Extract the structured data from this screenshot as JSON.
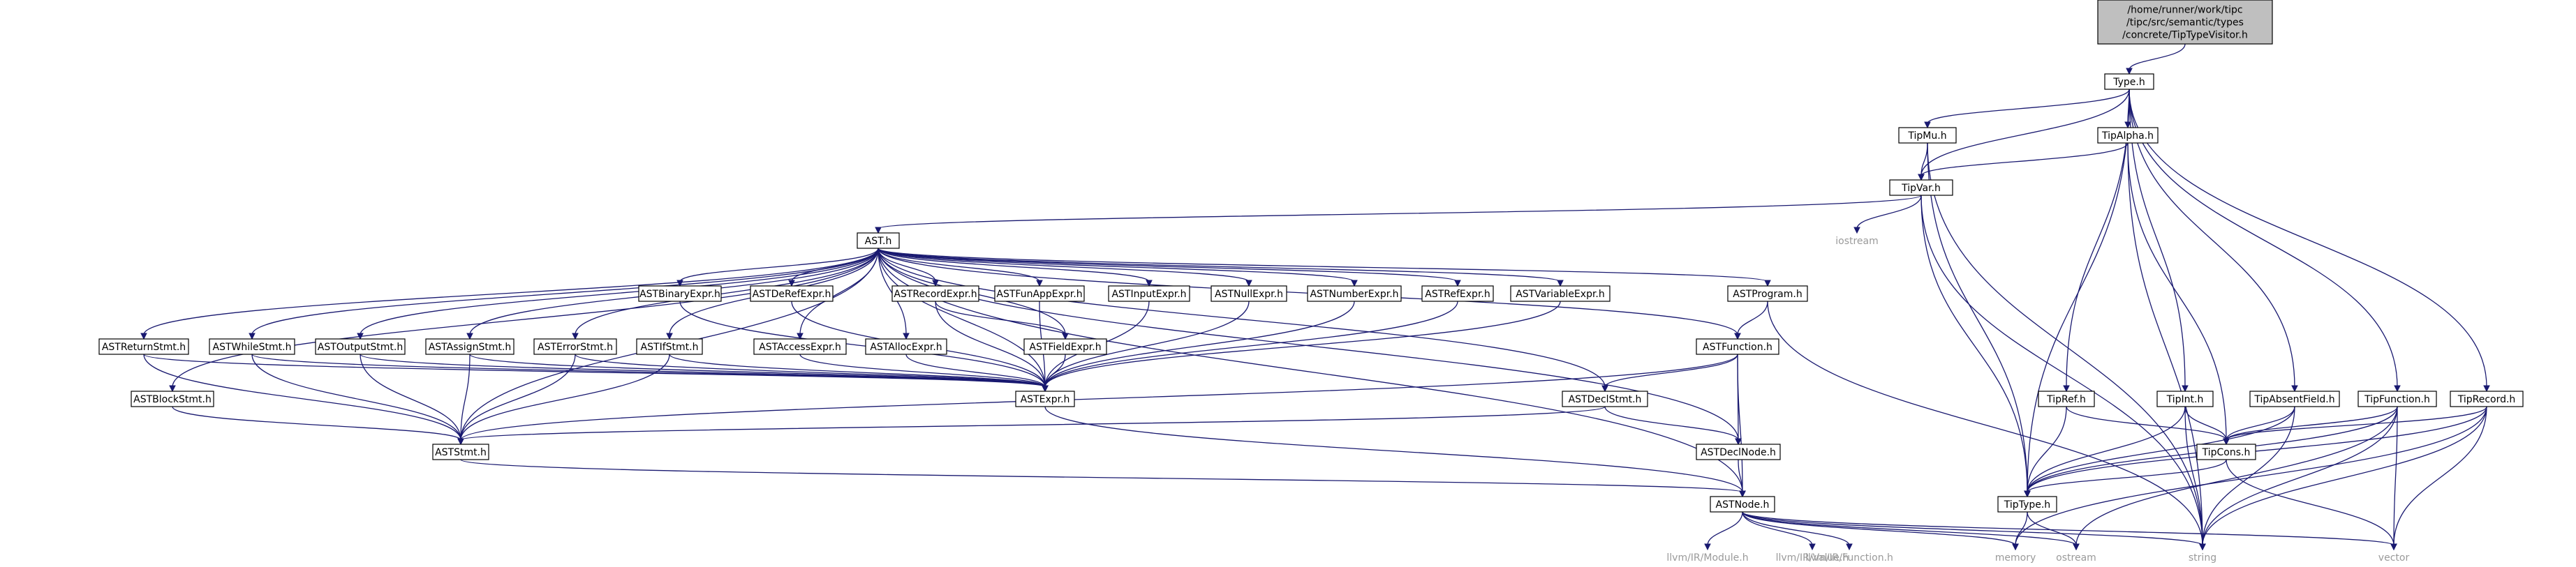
{
  "diagram": {
    "nodes": [
      {
        "id": "root",
        "lines": [
          "/home/runner/work/tipc",
          "/tipc/src/semantic/types",
          "/concrete/TipTypeVisitor.h"
        ],
        "kind": "root"
      },
      {
        "id": "type",
        "lines": [
          "Type.h"
        ]
      },
      {
        "id": "tipmu",
        "lines": [
          "TipMu.h"
        ]
      },
      {
        "id": "tipalpha",
        "lines": [
          "TipAlpha.h"
        ]
      },
      {
        "id": "tipvar",
        "lines": [
          "TipVar.h"
        ]
      },
      {
        "id": "iostream",
        "lines": [
          "iostream"
        ],
        "kind": "ext"
      },
      {
        "id": "ast",
        "lines": [
          "AST.h"
        ]
      },
      {
        "id": "astbinaryexpr",
        "lines": [
          "ASTBinaryExpr.h"
        ]
      },
      {
        "id": "astderefexpr",
        "lines": [
          "ASTDeRefExpr.h"
        ]
      },
      {
        "id": "astrecordexpr",
        "lines": [
          "ASTRecordExpr.h"
        ]
      },
      {
        "id": "astfunappexpr",
        "lines": [
          "ASTFunAppExpr.h"
        ]
      },
      {
        "id": "astinputexpr",
        "lines": [
          "ASTInputExpr.h"
        ]
      },
      {
        "id": "astnullexpr",
        "lines": [
          "ASTNullExpr.h"
        ]
      },
      {
        "id": "astnumberexpr",
        "lines": [
          "ASTNumberExpr.h"
        ]
      },
      {
        "id": "astrefexpr",
        "lines": [
          "ASTRefExpr.h"
        ]
      },
      {
        "id": "astvariableexpr",
        "lines": [
          "ASTVariableExpr.h"
        ]
      },
      {
        "id": "astprogram",
        "lines": [
          "ASTProgram.h"
        ]
      },
      {
        "id": "astreturnstmt",
        "lines": [
          "ASTReturnStmt.h"
        ]
      },
      {
        "id": "astwhilestmt",
        "lines": [
          "ASTWhileStmt.h"
        ]
      },
      {
        "id": "astoutputstmt",
        "lines": [
          "ASTOutputStmt.h"
        ]
      },
      {
        "id": "astassignstmt",
        "lines": [
          "ASTAssignStmt.h"
        ]
      },
      {
        "id": "asterrorstmt",
        "lines": [
          "ASTErrorStmt.h"
        ]
      },
      {
        "id": "astifstmt",
        "lines": [
          "ASTIfStmt.h"
        ]
      },
      {
        "id": "astaccessexpr",
        "lines": [
          "ASTAccessExpr.h"
        ]
      },
      {
        "id": "astallocexpr",
        "lines": [
          "ASTAllocExpr.h"
        ]
      },
      {
        "id": "astfieldexpr",
        "lines": [
          "ASTFieldExpr.h"
        ]
      },
      {
        "id": "astfunction",
        "lines": [
          "ASTFunction.h"
        ]
      },
      {
        "id": "astblockstmt",
        "lines": [
          "ASTBlockStmt.h"
        ]
      },
      {
        "id": "astexpr",
        "lines": [
          "ASTExpr.h"
        ]
      },
      {
        "id": "astdeclstmt",
        "lines": [
          "ASTDeclStmt.h"
        ]
      },
      {
        "id": "aststmt",
        "lines": [
          "ASTStmt.h"
        ]
      },
      {
        "id": "astdeclnode",
        "lines": [
          "ASTDeclNode.h"
        ]
      },
      {
        "id": "astnode",
        "lines": [
          "ASTNode.h"
        ]
      },
      {
        "id": "llvmmodule",
        "lines": [
          "llvm/IR/Module.h"
        ],
        "kind": "ext"
      },
      {
        "id": "llvmvalue",
        "lines": [
          "llvm/IR/Value.h"
        ],
        "kind": "ext"
      },
      {
        "id": "llvmfunction",
        "lines": [
          "llvm/IR/Function.h"
        ],
        "kind": "ext"
      },
      {
        "id": "memory",
        "lines": [
          "memory"
        ],
        "kind": "ext"
      },
      {
        "id": "ostream",
        "lines": [
          "ostream"
        ],
        "kind": "ext"
      },
      {
        "id": "string",
        "lines": [
          "string"
        ],
        "kind": "ext"
      },
      {
        "id": "vector",
        "lines": [
          "vector"
        ],
        "kind": "ext"
      },
      {
        "id": "tipref",
        "lines": [
          "TipRef.h"
        ]
      },
      {
        "id": "tipint",
        "lines": [
          "TipInt.h"
        ]
      },
      {
        "id": "tipabsentfield",
        "lines": [
          "TipAbsentField.h"
        ]
      },
      {
        "id": "tipfunction",
        "lines": [
          "TipFunction.h"
        ]
      },
      {
        "id": "tiprecord",
        "lines": [
          "TipRecord.h"
        ]
      },
      {
        "id": "tipcons",
        "lines": [
          "TipCons.h"
        ]
      },
      {
        "id": "tiptype",
        "lines": [
          "TipType.h"
        ]
      }
    ],
    "edges": [
      [
        "root",
        "type"
      ],
      [
        "type",
        "tipmu"
      ],
      [
        "type",
        "tipalpha"
      ],
      [
        "type",
        "tipvar"
      ],
      [
        "type",
        "tiptype"
      ],
      [
        "type",
        "tipref"
      ],
      [
        "type",
        "tipint"
      ],
      [
        "type",
        "tipabsentfield"
      ],
      [
        "type",
        "tipfunction"
      ],
      [
        "type",
        "tiprecord"
      ],
      [
        "tipmu",
        "tipvar"
      ],
      [
        "tipmu",
        "tiptype"
      ],
      [
        "tipmu",
        "string"
      ],
      [
        "tipalpha",
        "tipvar"
      ],
      [
        "tipalpha",
        "tipcons"
      ],
      [
        "tipalpha",
        "string"
      ],
      [
        "tipvar",
        "ast"
      ],
      [
        "tipvar",
        "iostream"
      ],
      [
        "tipvar",
        "tiptype"
      ],
      [
        "tipvar",
        "string"
      ],
      [
        "ast",
        "astbinaryexpr"
      ],
      [
        "ast",
        "astderefexpr"
      ],
      [
        "ast",
        "astrecordexpr"
      ],
      [
        "ast",
        "astfunappexpr"
      ],
      [
        "ast",
        "astinputexpr"
      ],
      [
        "ast",
        "astnullexpr"
      ],
      [
        "ast",
        "astnumberexpr"
      ],
      [
        "ast",
        "astrefexpr"
      ],
      [
        "ast",
        "astvariableexpr"
      ],
      [
        "ast",
        "astprogram"
      ],
      [
        "ast",
        "astreturnstmt"
      ],
      [
        "ast",
        "astwhilestmt"
      ],
      [
        "ast",
        "astoutputstmt"
      ],
      [
        "ast",
        "astassignstmt"
      ],
      [
        "ast",
        "asterrorstmt"
      ],
      [
        "ast",
        "astifstmt"
      ],
      [
        "ast",
        "astaccessexpr"
      ],
      [
        "ast",
        "astallocexpr"
      ],
      [
        "ast",
        "astfieldexpr"
      ],
      [
        "ast",
        "astfunction"
      ],
      [
        "ast",
        "astblockstmt"
      ],
      [
        "ast",
        "astexpr"
      ],
      [
        "ast",
        "astdeclstmt"
      ],
      [
        "ast",
        "aststmt"
      ],
      [
        "ast",
        "astdeclnode"
      ],
      [
        "ast",
        "astnode"
      ],
      [
        "astbinaryexpr",
        "astexpr"
      ],
      [
        "astderefexpr",
        "astexpr"
      ],
      [
        "astrecordexpr",
        "astfieldexpr"
      ],
      [
        "astrecordexpr",
        "astexpr"
      ],
      [
        "astfunappexpr",
        "astexpr"
      ],
      [
        "astinputexpr",
        "astexpr"
      ],
      [
        "astnullexpr",
        "astexpr"
      ],
      [
        "astnumberexpr",
        "astexpr"
      ],
      [
        "astrefexpr",
        "astexpr"
      ],
      [
        "astvariableexpr",
        "astexpr"
      ],
      [
        "astprogram",
        "astfunction"
      ],
      [
        "astprogram",
        "string"
      ],
      [
        "astreturnstmt",
        "aststmt"
      ],
      [
        "astreturnstmt",
        "astexpr"
      ],
      [
        "astwhilestmt",
        "aststmt"
      ],
      [
        "astwhilestmt",
        "astexpr"
      ],
      [
        "astoutputstmt",
        "aststmt"
      ],
      [
        "astoutputstmt",
        "astexpr"
      ],
      [
        "astassignstmt",
        "aststmt"
      ],
      [
        "astassignstmt",
        "astexpr"
      ],
      [
        "asterrorstmt",
        "aststmt"
      ],
      [
        "asterrorstmt",
        "astexpr"
      ],
      [
        "astifstmt",
        "aststmt"
      ],
      [
        "astifstmt",
        "astexpr"
      ],
      [
        "astaccessexpr",
        "astexpr"
      ],
      [
        "astallocexpr",
        "astexpr"
      ],
      [
        "astfieldexpr",
        "astexpr"
      ],
      [
        "astfunction",
        "astdeclstmt"
      ],
      [
        "astfunction",
        "astdeclnode"
      ],
      [
        "astfunction",
        "aststmt"
      ],
      [
        "astfunction",
        "astnode"
      ],
      [
        "astblockstmt",
        "aststmt"
      ],
      [
        "astexpr",
        "astnode"
      ],
      [
        "astdeclstmt",
        "aststmt"
      ],
      [
        "astdeclstmt",
        "astdeclnode"
      ],
      [
        "aststmt",
        "astnode"
      ],
      [
        "astdeclnode",
        "astnode"
      ],
      [
        "astnode",
        "llvmmodule"
      ],
      [
        "astnode",
        "llvmvalue"
      ],
      [
        "astnode",
        "llvmfunction"
      ],
      [
        "astnode",
        "memory"
      ],
      [
        "astnode",
        "ostream"
      ],
      [
        "astnode",
        "string"
      ],
      [
        "astnode",
        "vector"
      ],
      [
        "tipref",
        "tipcons"
      ],
      [
        "tipref",
        "tiptype"
      ],
      [
        "tipint",
        "tipcons"
      ],
      [
        "tipint",
        "tiptype"
      ],
      [
        "tipint",
        "string"
      ],
      [
        "tipabsentfield",
        "tipcons"
      ],
      [
        "tipabsentfield",
        "tiptype"
      ],
      [
        "tipabsentfield",
        "string"
      ],
      [
        "tipfunction",
        "tipcons"
      ],
      [
        "tipfunction",
        "tiptype"
      ],
      [
        "tipfunction",
        "string"
      ],
      [
        "tipfunction",
        "vector"
      ],
      [
        "tipfunction",
        "ostream"
      ],
      [
        "tiprecord",
        "tipcons"
      ],
      [
        "tiprecord",
        "tiptype"
      ],
      [
        "tiprecord",
        "string"
      ],
      [
        "tiprecord",
        "vector"
      ],
      [
        "tiprecord",
        "memory"
      ],
      [
        "tipcons",
        "tiptype"
      ],
      [
        "tipcons",
        "vector"
      ],
      [
        "tiptype",
        "memory"
      ],
      [
        "tiptype",
        "ostream"
      ]
    ]
  }
}
